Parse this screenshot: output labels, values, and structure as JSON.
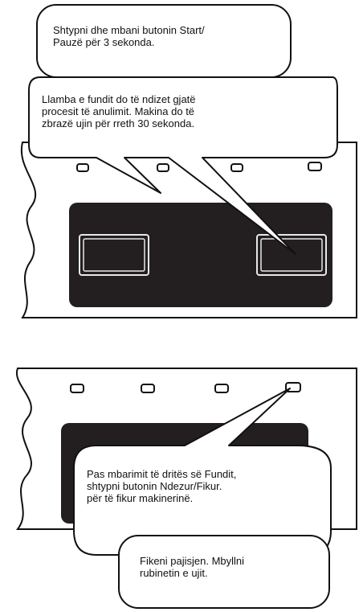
{
  "callouts": [
    {
      "text": "Shtypni dhe mbani butonin Start/\nPauzë për 3 sekonda."
    },
    {
      "text": "Llamba e fundit do të ndizet gjatë\nprocesit të anulimit. Makina do të\nzbrazë ujin për rreth 30 sekonda."
    },
    {
      "text": "Pas mbarimit të dritës së Fundit,\nshtypni butonin Ndezur/Fikur.\npër të fikur makinerinë."
    },
    {
      "text": "Fikeni pajisjen. Mbyllni\nrubinetin e ujit."
    }
  ],
  "colors": {
    "panel": "#231f20",
    "line": "#111111",
    "bubble": "#ffffff"
  }
}
